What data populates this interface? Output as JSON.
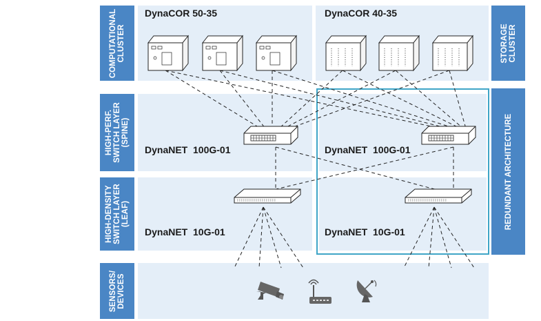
{
  "bands": {
    "computational": "COMPUTATIONAL\nCLUSTER",
    "storage": "STORAGE\nCLUSTER",
    "spine": "HIGH-PERF.\nSWITCH LAYER\n(SPINE)",
    "leaf": "HIGH-DENSITY\nSWITCH LAYER\n(LEAF)",
    "redundant": "REDUNDANT ARCHITECTURE",
    "sensors": "SENSORS/\nDEVICES"
  },
  "clusters": {
    "compute_title": "DynaCOR 50-35",
    "storage_title": "DynaCOR 40-35"
  },
  "switches": {
    "spine_left": "DynaNET  100G-01",
    "spine_right": "DynaNET  100G-01",
    "leaf_left": "DynaNET  10G-01",
    "leaf_right": "DynaNET  10G-01"
  },
  "devices": [
    "security-camera-icon",
    "router-icon",
    "satellite-dish-icon"
  ],
  "colors": {
    "band_label": "#4a86c5",
    "panel": "#e4eef8",
    "redundant_frame": "#3fa5c7",
    "text": "#1a1a1a"
  }
}
